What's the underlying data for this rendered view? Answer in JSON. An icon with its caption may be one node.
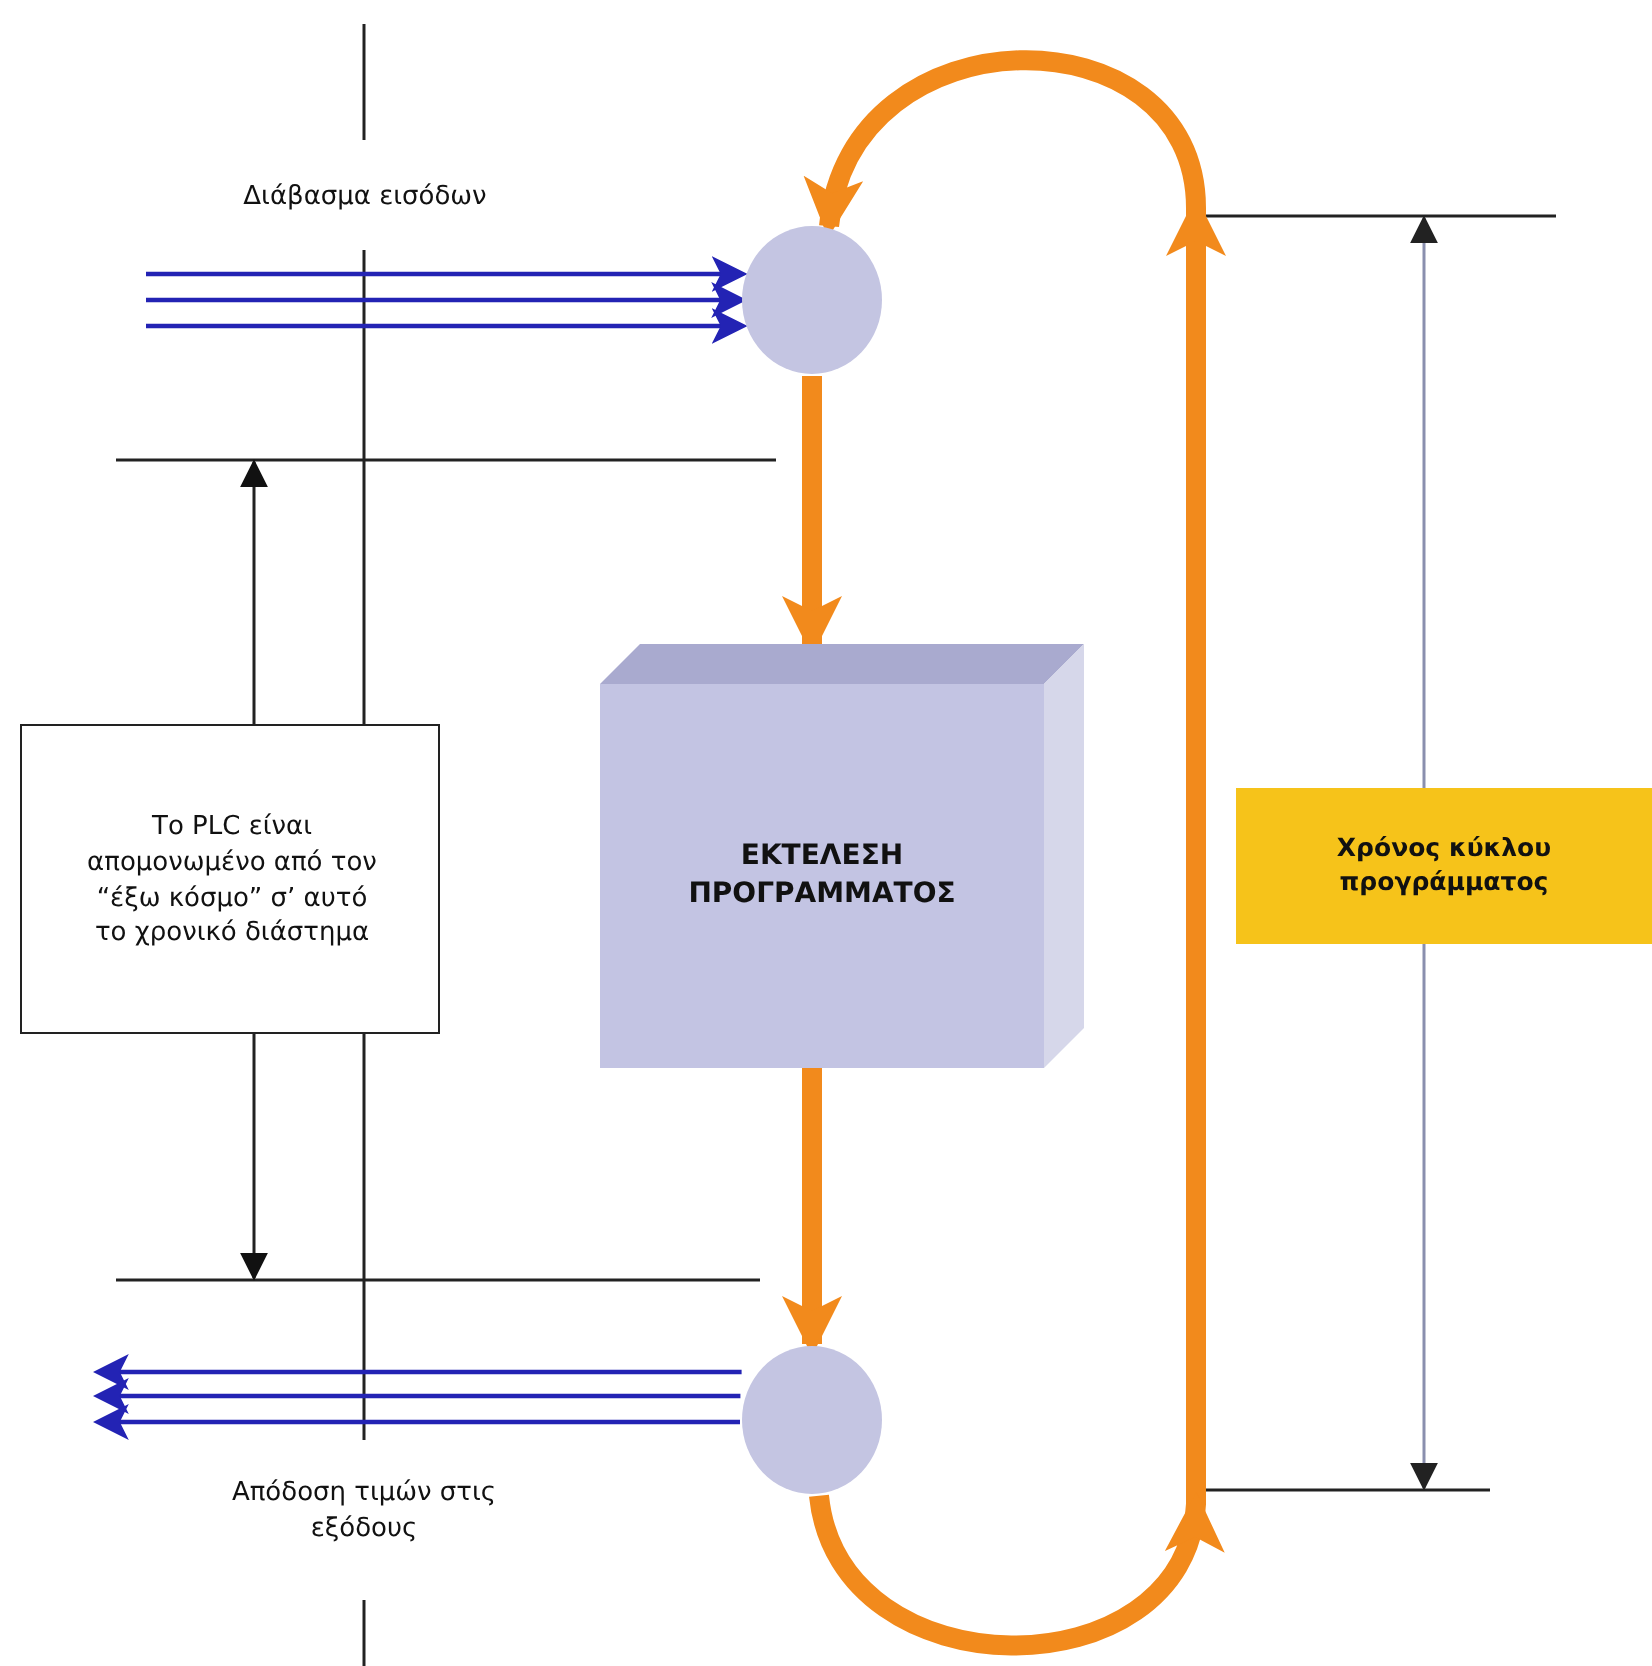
{
  "diagram": {
    "nodes": [
      {
        "text": [],
        "shape": "ellipse"
      },
      {
        "text": [
          "ΕΚΤΕΛΕΣΗ ΠΡΟΓΡΑΜΜΑΤΟΣ"
        ]
      },
      {
        "text": [],
        "shape": "ellipse"
      },
      {
        "text": [
          "Το PLC είναι απομονωμένο από τον “έξω κόσμο” σ’ αυτό το χρονικό διάστημα"
        ]
      },
      {
        "text": [
          "Χρόνος κύκλου προγράμματος"
        ]
      }
    ],
    "edges": [
      {
        "from": null,
        "to": 0,
        "arrow": "to",
        "color": "#2323b4"
      },
      {
        "from": null,
        "to": 0,
        "arrow": "to",
        "color": "#2323b4"
      },
      {
        "from": null,
        "to": 0,
        "arrow": "to",
        "color": "#2323b4"
      },
      {
        "from": 0,
        "to": 1,
        "arrow": "to",
        "style": "thick",
        "color": "#f28a1c"
      },
      {
        "from": 1,
        "to": 2,
        "arrow": "to",
        "style": "thick",
        "color": "#f28a1c"
      },
      {
        "from": 2,
        "to": 0,
        "arrow": "to",
        "style": "thick",
        "color": "#f28a1c"
      },
      {
        "from": 2,
        "to": null,
        "arrow": "to",
        "color": "#2323b4"
      },
      {
        "from": 2,
        "to": null,
        "arrow": "to",
        "color": "#2323b4"
      },
      {
        "from": 2,
        "to": null,
        "arrow": "to",
        "color": "#2323b4"
      }
    ],
    "labels": [
      "Διάβασμα εισόδων",
      "Απόδοση τιμών στις εξόδους"
    ]
  }
}
